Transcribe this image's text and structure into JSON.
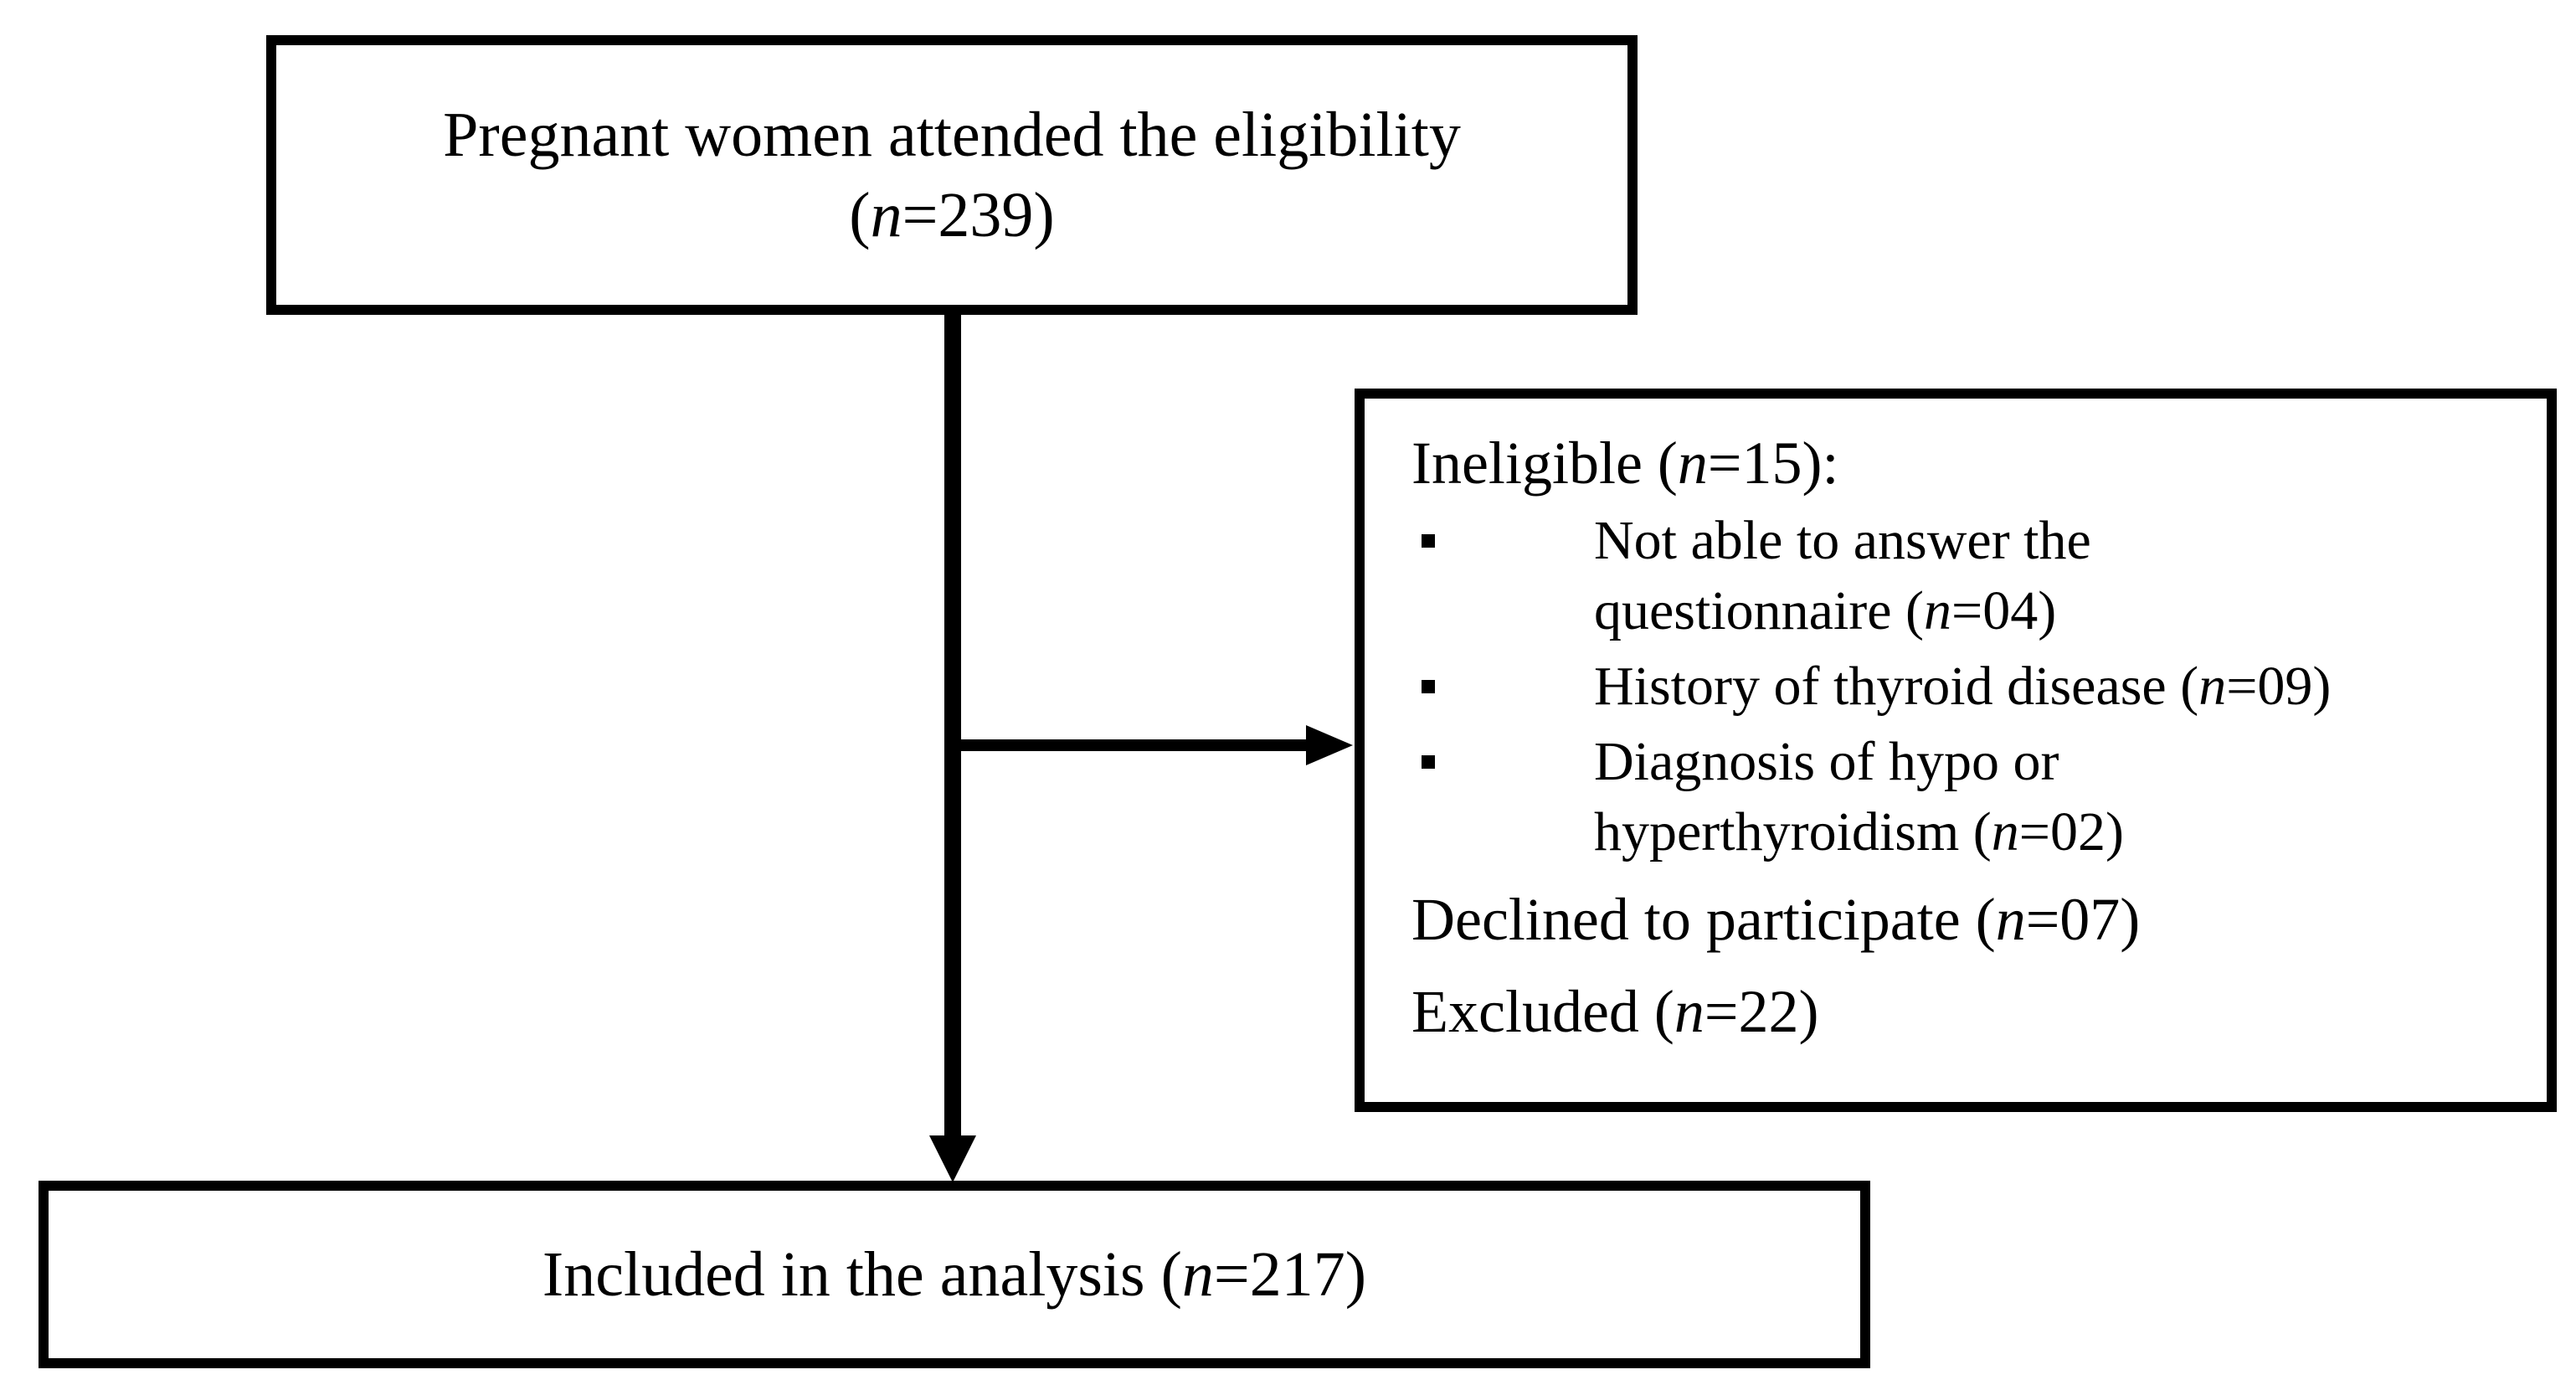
{
  "top_box": {
    "line1": "Pregnant women attended the eligibility",
    "open": "(",
    "n_var": "n",
    "eq_value": "=239)"
  },
  "side_box": {
    "ineligible": {
      "label": "Ineligible (",
      "n_var": "n",
      "eq_value": "=15):"
    },
    "items": [
      {
        "text1": "Not able to answer the",
        "text2": "questionnaire (",
        "n_var": "n",
        "eq_value": "=04)"
      },
      {
        "text1": "History of thyroid disease (",
        "n_var": "n",
        "eq_value": "=09)"
      },
      {
        "text1": "Diagnosis of hypo or",
        "text2": "hyperthyroidism (",
        "n_var": "n",
        "eq_value": "=02)"
      }
    ],
    "declined": {
      "label": "Declined to participate (",
      "n_var": "n",
      "eq_value": "=07)"
    },
    "excluded": {
      "label": "Excluded (",
      "n_var": "n",
      "eq_value": "=22)"
    }
  },
  "bottom_box": {
    "label": "Included in the analysis (",
    "n_var": "n",
    "eq_value": "=217)"
  },
  "colors": {
    "stroke": "#000000",
    "background": "#ffffff"
  }
}
